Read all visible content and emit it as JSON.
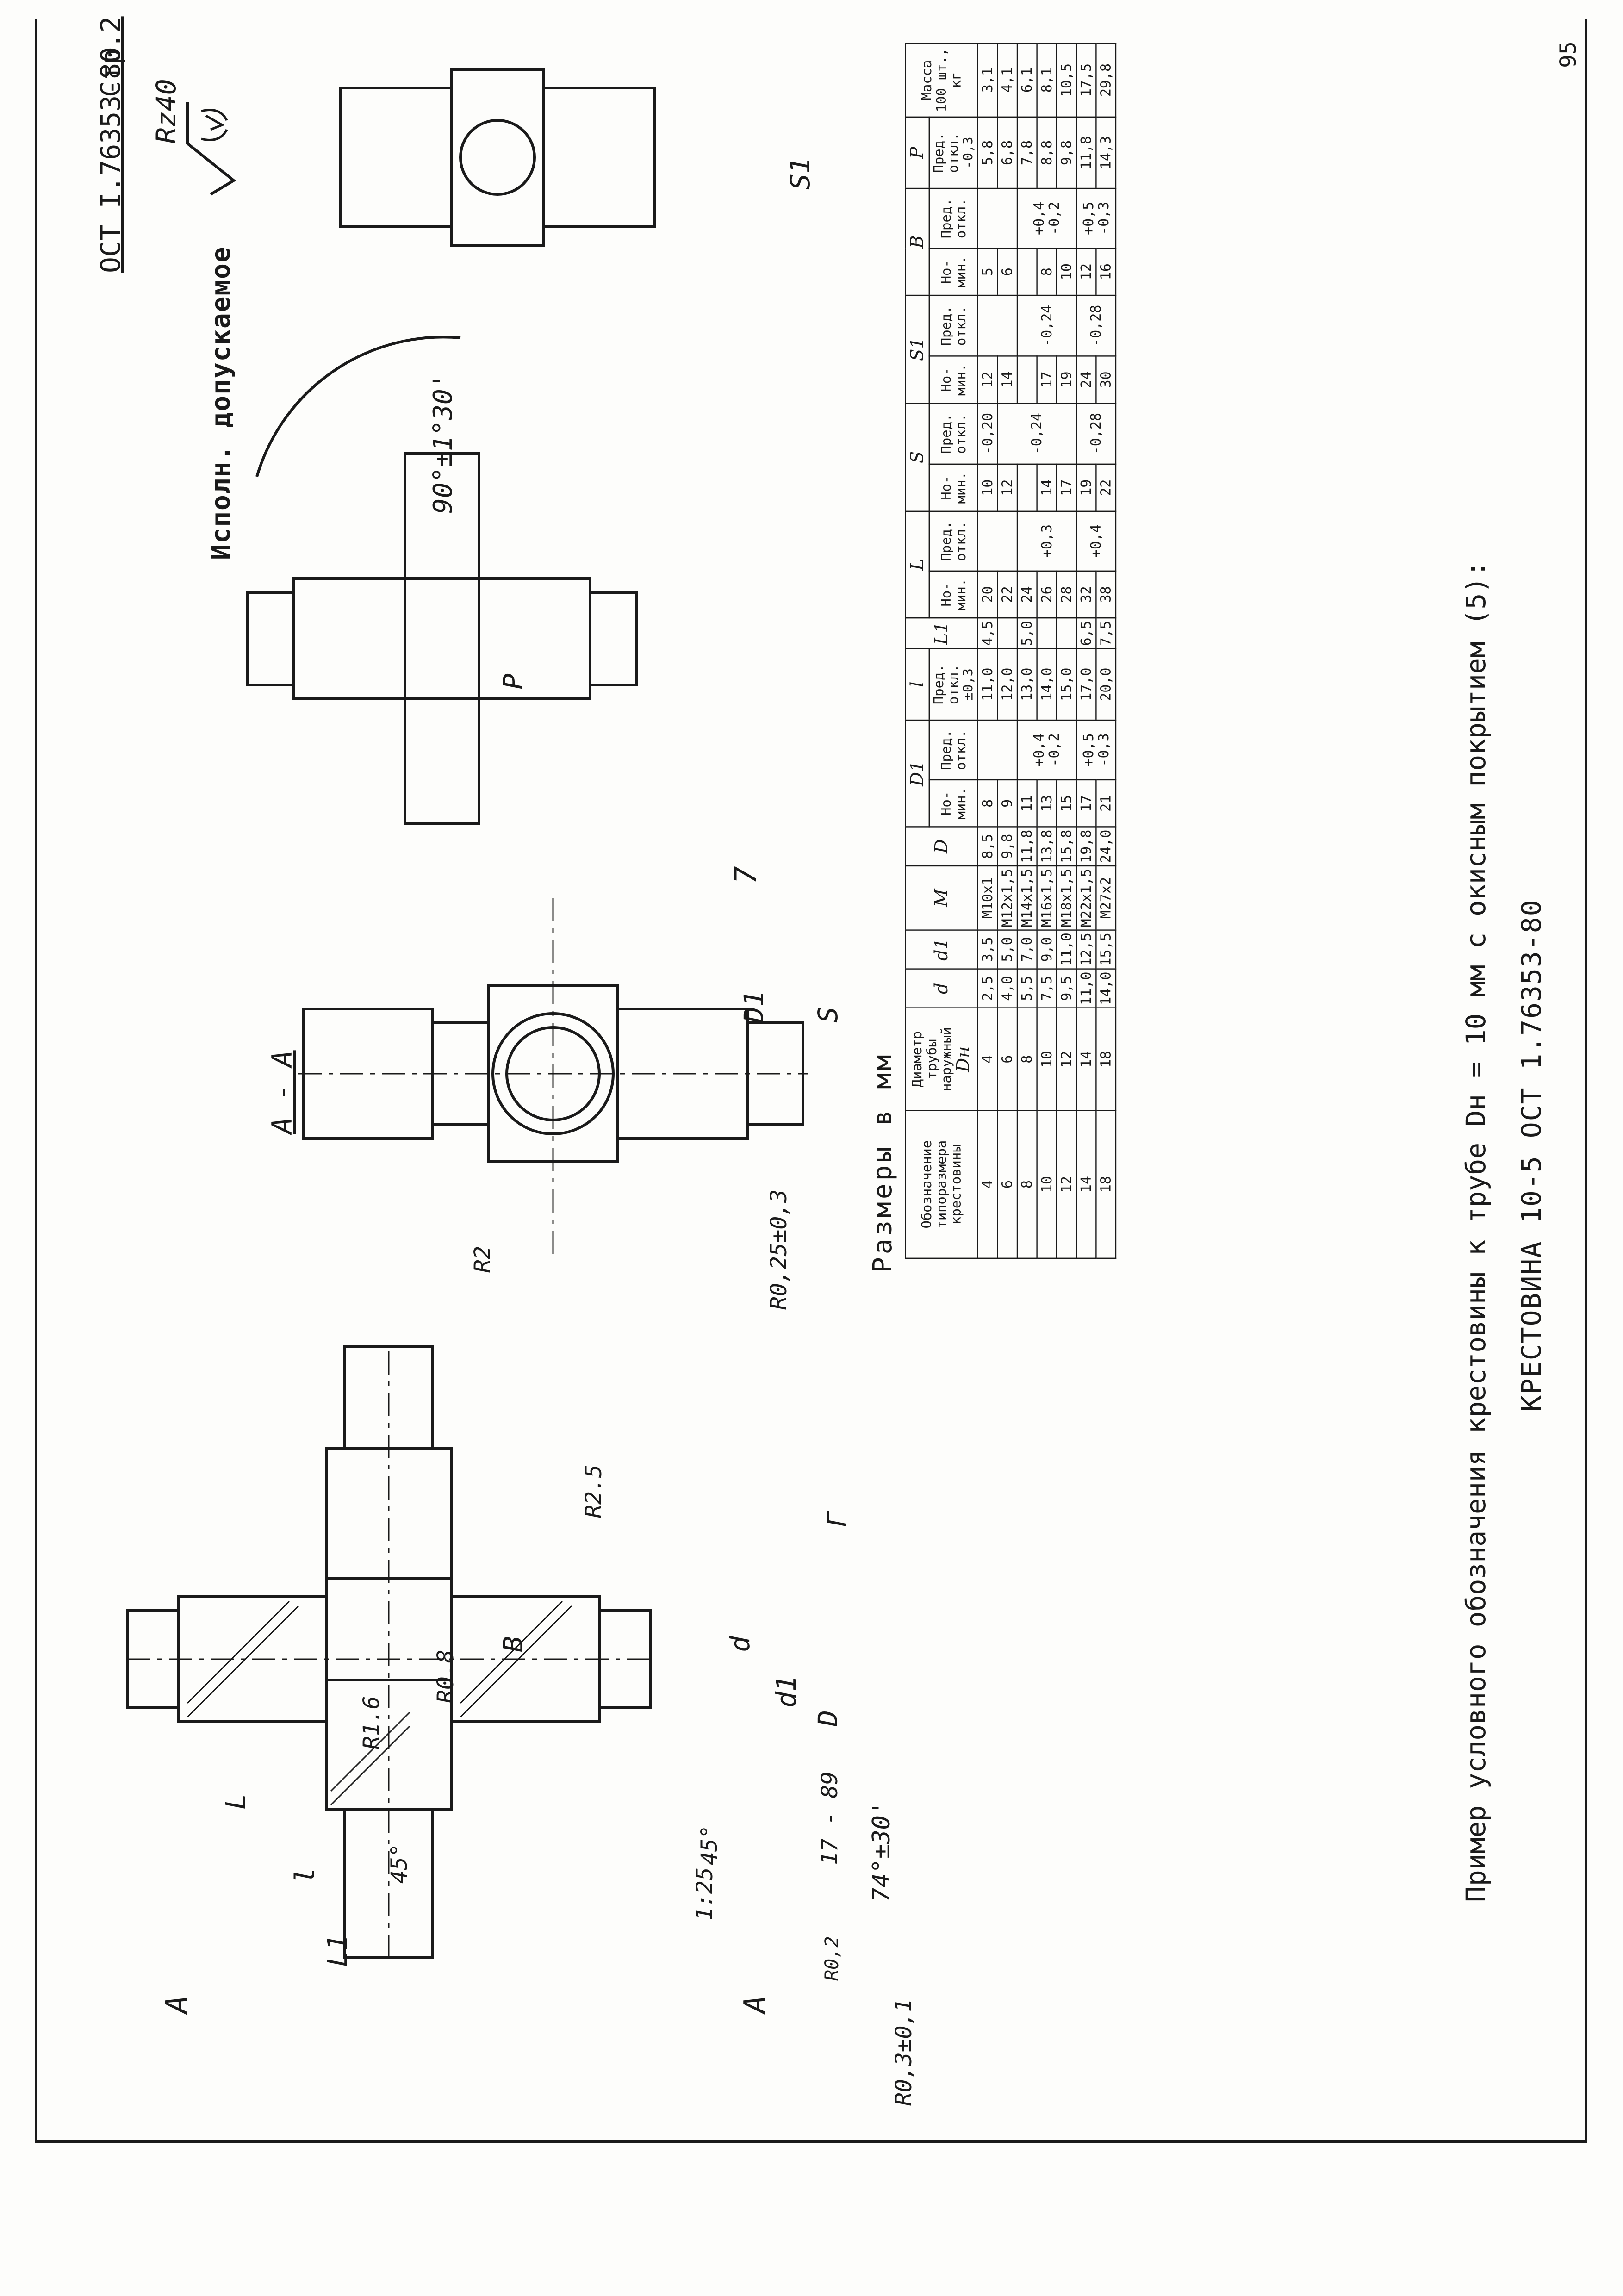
{
  "header": {
    "standard_code": "ОСТ I.76353-80",
    "page_label": "Стр.2",
    "roughness": "Rz40",
    "page_number": "95"
  },
  "drawings": {
    "section_label": "А - А",
    "variant_caption": "Исполн. допускаемое",
    "angle_annotation": "90°±1°30'",
    "cone_angle": "74°±30'",
    "labels": {
      "A_left": "А",
      "A_right": "А",
      "L": "L",
      "l": "l",
      "L1": "L1",
      "B": "В",
      "G": "Г",
      "R16": "R1.6",
      "R08": "R0.8",
      "R25": "R2.5",
      "R2": "R2",
      "R03": "R0,3±0,1",
      "R025": "R0,25±0,3",
      "angle45a": "45°",
      "angle45b": "45°",
      "d": "d",
      "d1": "d1",
      "D": "D",
      "D1": "D1",
      "S": "S",
      "S1": "S1",
      "P": "P",
      "seven": "7",
      "ratio": "1:25",
      "R02": "R0,2",
      "dim_17_89": "17 - 89"
    }
  },
  "table": {
    "caption": "Размеры  в  мм",
    "headers": {
      "designation": "Обозначение типоразмера крестовины",
      "pipe_diameter": "Диаметр трубы наружный",
      "pipe_symbol": "Dн",
      "d": "d",
      "d1": "d1",
      "M": "M",
      "D": "D",
      "D1": "D1",
      "l": "l",
      "L1": "L1",
      "L": "L",
      "S": "S",
      "S1": "S1",
      "B": "В",
      "P": "P",
      "mass": "Масса 100 шт., кг",
      "nom": "Но- мин.",
      "dev": "Пред. откл.",
      "dev_l": "Пред. откл. ±0,3",
      "dev_P": "Пред. откл. -0,3"
    },
    "rows": [
      {
        "designation": "4",
        "Dn": "4",
        "d": "2,5",
        "d1": "3,5",
        "M": "М10х1",
        "D": "8,5",
        "D1": "8",
        "l": "11,0",
        "L1": "4,5",
        "L": "20",
        "S": "10",
        "S1": "12",
        "B": "5",
        "P": "5,8",
        "mass": "3,1"
      },
      {
        "designation": "6",
        "Dn": "6",
        "d": "4,0",
        "d1": "5,0",
        "M": "М12х1,5",
        "D": "9,8",
        "D1": "9",
        "l": "12,0",
        "L1": "",
        "L": "22",
        "S": "12",
        "S1": "14",
        "B": "6",
        "P": "6,8",
        "mass": "4,1"
      },
      {
        "designation": "8",
        "Dn": "8",
        "d": "5,5",
        "d1": "7,0",
        "M": "М14х1,5",
        "D": "11,8",
        "D1": "11",
        "l": "13,0",
        "L1": "5,0",
        "L": "24",
        "S": "",
        "S1": "",
        "B": "",
        "P": "7,8",
        "mass": "6,1"
      },
      {
        "designation": "10",
        "Dn": "10",
        "d": "7,5",
        "d1": "9,0",
        "M": "М16х1,5",
        "D": "13,8",
        "D1": "13",
        "l": "14,0",
        "L1": "",
        "L": "26",
        "S": "14",
        "S1": "17",
        "B": "8",
        "P": "8,8",
        "mass": "8,1"
      },
      {
        "designation": "12",
        "Dn": "12",
        "d": "9,5",
        "d1": "11,0",
        "M": "М18х1,5",
        "D": "15,8",
        "D1": "15",
        "l": "15,0",
        "L1": "",
        "L": "28",
        "S": "17",
        "S1": "19",
        "B": "10",
        "P": "9,8",
        "mass": "10,5"
      },
      {
        "designation": "14",
        "Dn": "14",
        "d": "11,0",
        "d1": "12,5",
        "M": "М22х1,5",
        "D": "19,8",
        "D1": "17",
        "l": "17,0",
        "L1": "6,5",
        "L": "32",
        "S": "19",
        "S1": "24",
        "B": "12",
        "P": "11,8",
        "mass": "17,5"
      },
      {
        "designation": "18",
        "Dn": "18",
        "d": "14,0",
        "d1": "15,5",
        "M": "М27х2",
        "D": "24,0",
        "D1": "21",
        "l": "20,0",
        "L1": "7,5",
        "L": "38",
        "S": "22",
        "S1": "30",
        "B": "16",
        "P": "14,3",
        "mass": "29,8"
      }
    ],
    "tolerances": {
      "D1_a": "+0,4 -0,2",
      "D1_b": "+0,5 -0,3",
      "L_a": "+0,3",
      "L_b": "+0,4",
      "S_a": "-0,20",
      "S_b": "-0,24",
      "S_c": "-0,28",
      "S1_a": "-0,24",
      "S1_b": "-0,28",
      "B_a": "+0,4 -0,2",
      "B_b": "+0,5 -0,3"
    }
  },
  "footer": {
    "example": "Пример условного обозначения крестовины к трубе Dн = 10 мм с окисным покрытием (5):",
    "designation": "КРЕСТОВИНА 10-5  ОСТ 1.76353-80"
  }
}
